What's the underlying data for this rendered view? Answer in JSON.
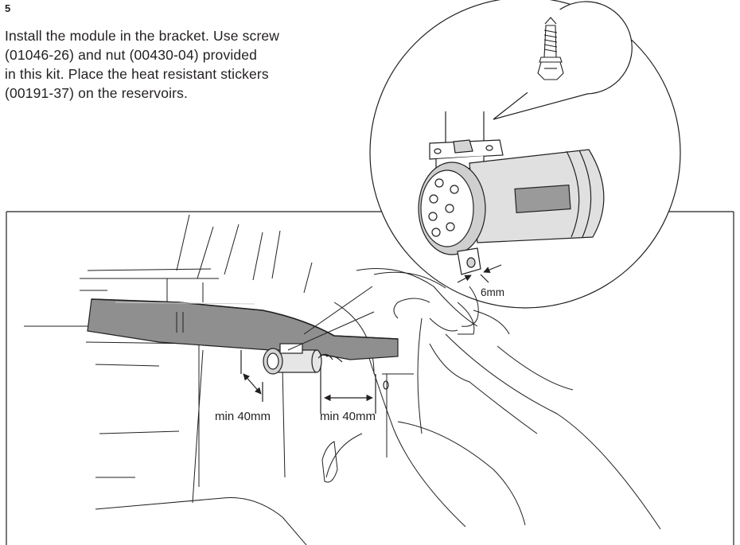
{
  "step": {
    "number": "5",
    "instruction_lines": [
      "Install the module in the bracket. Use screw",
      "(01046-26) and nut (00430-04) provided",
      "in this kit. Place the heat resistant stickers",
      "(00191-37) on the reservoirs."
    ]
  },
  "illustration": {
    "detail_label": "6mm",
    "clearance_label_left": "min 40mm",
    "clearance_label_right": "min 40mm"
  },
  "colors": {
    "line": "#231f20",
    "beam_fill": "#8f8f8f",
    "module_shade": "#d4d4d4",
    "background": "#ffffff"
  }
}
